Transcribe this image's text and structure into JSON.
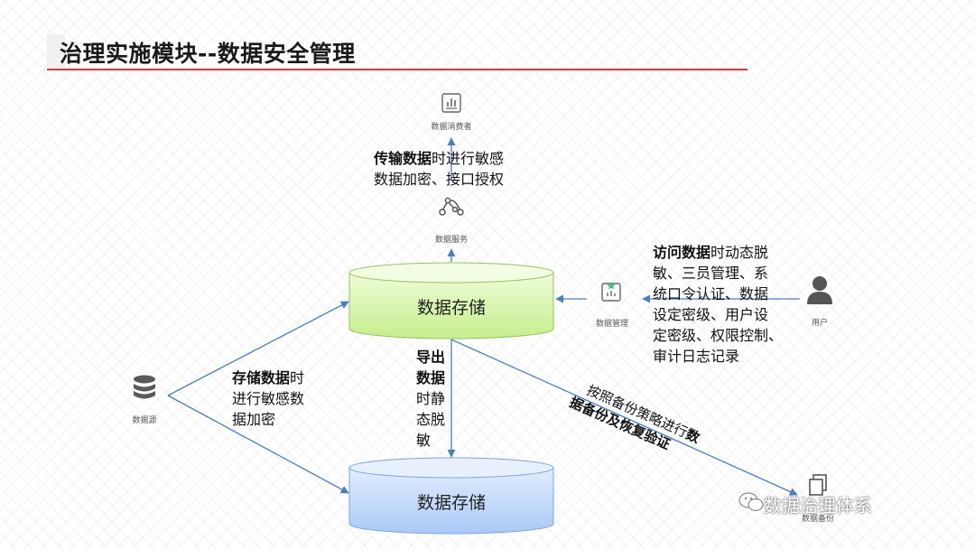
{
  "title": "治理实施模块--数据安全管理",
  "nodes": {
    "consumer": "数据消费者",
    "service": "数据服务",
    "storage_top": "数据存储",
    "storage_bottom": "数据存储",
    "source": "数据源",
    "management": "数据管理",
    "user": "用户",
    "backup": "数据备份"
  },
  "notes": {
    "transmit_bold": "传输数据",
    "transmit_rest1": "时进行敏感",
    "transmit_line2": "数据加密、接口授权",
    "access_bold": "访问数据",
    "access_rest1": "时动态脱",
    "access_line2": "敏、三员管理、系",
    "access_line3": "统口令认证、数据",
    "access_line4": "设定密级、用户设",
    "access_line5": "定密级、权限控制、",
    "access_line6": "审计日志记录",
    "store_bold": "存储数据",
    "store_rest1": "时",
    "store_line2": "进行敏感数",
    "store_line3": "据加密",
    "export_bold1": "导出",
    "export_bold2": "数据",
    "export_line3": "时静",
    "export_line4": "态脱",
    "export_line5": "敏",
    "backup_line1": "按照备份策略进行",
    "backup_bold1": "数",
    "backup_bold2": "据备份及恢复验证"
  },
  "watermark": "数据治理体系",
  "colors": {
    "accent_red": "#d9363e",
    "arrow_blue": "#4a7ebf",
    "cyl_green": "#d4f5a4",
    "cyl_blue": "#bcd6fb"
  },
  "icons": {
    "consumer": "chart-screen-icon",
    "service": "network-nodes-icon",
    "source": "database-stack-icon",
    "management": "starred-document-icon",
    "user": "person-icon",
    "backup": "copy-pages-icon",
    "watermark": "wechat-icon"
  }
}
